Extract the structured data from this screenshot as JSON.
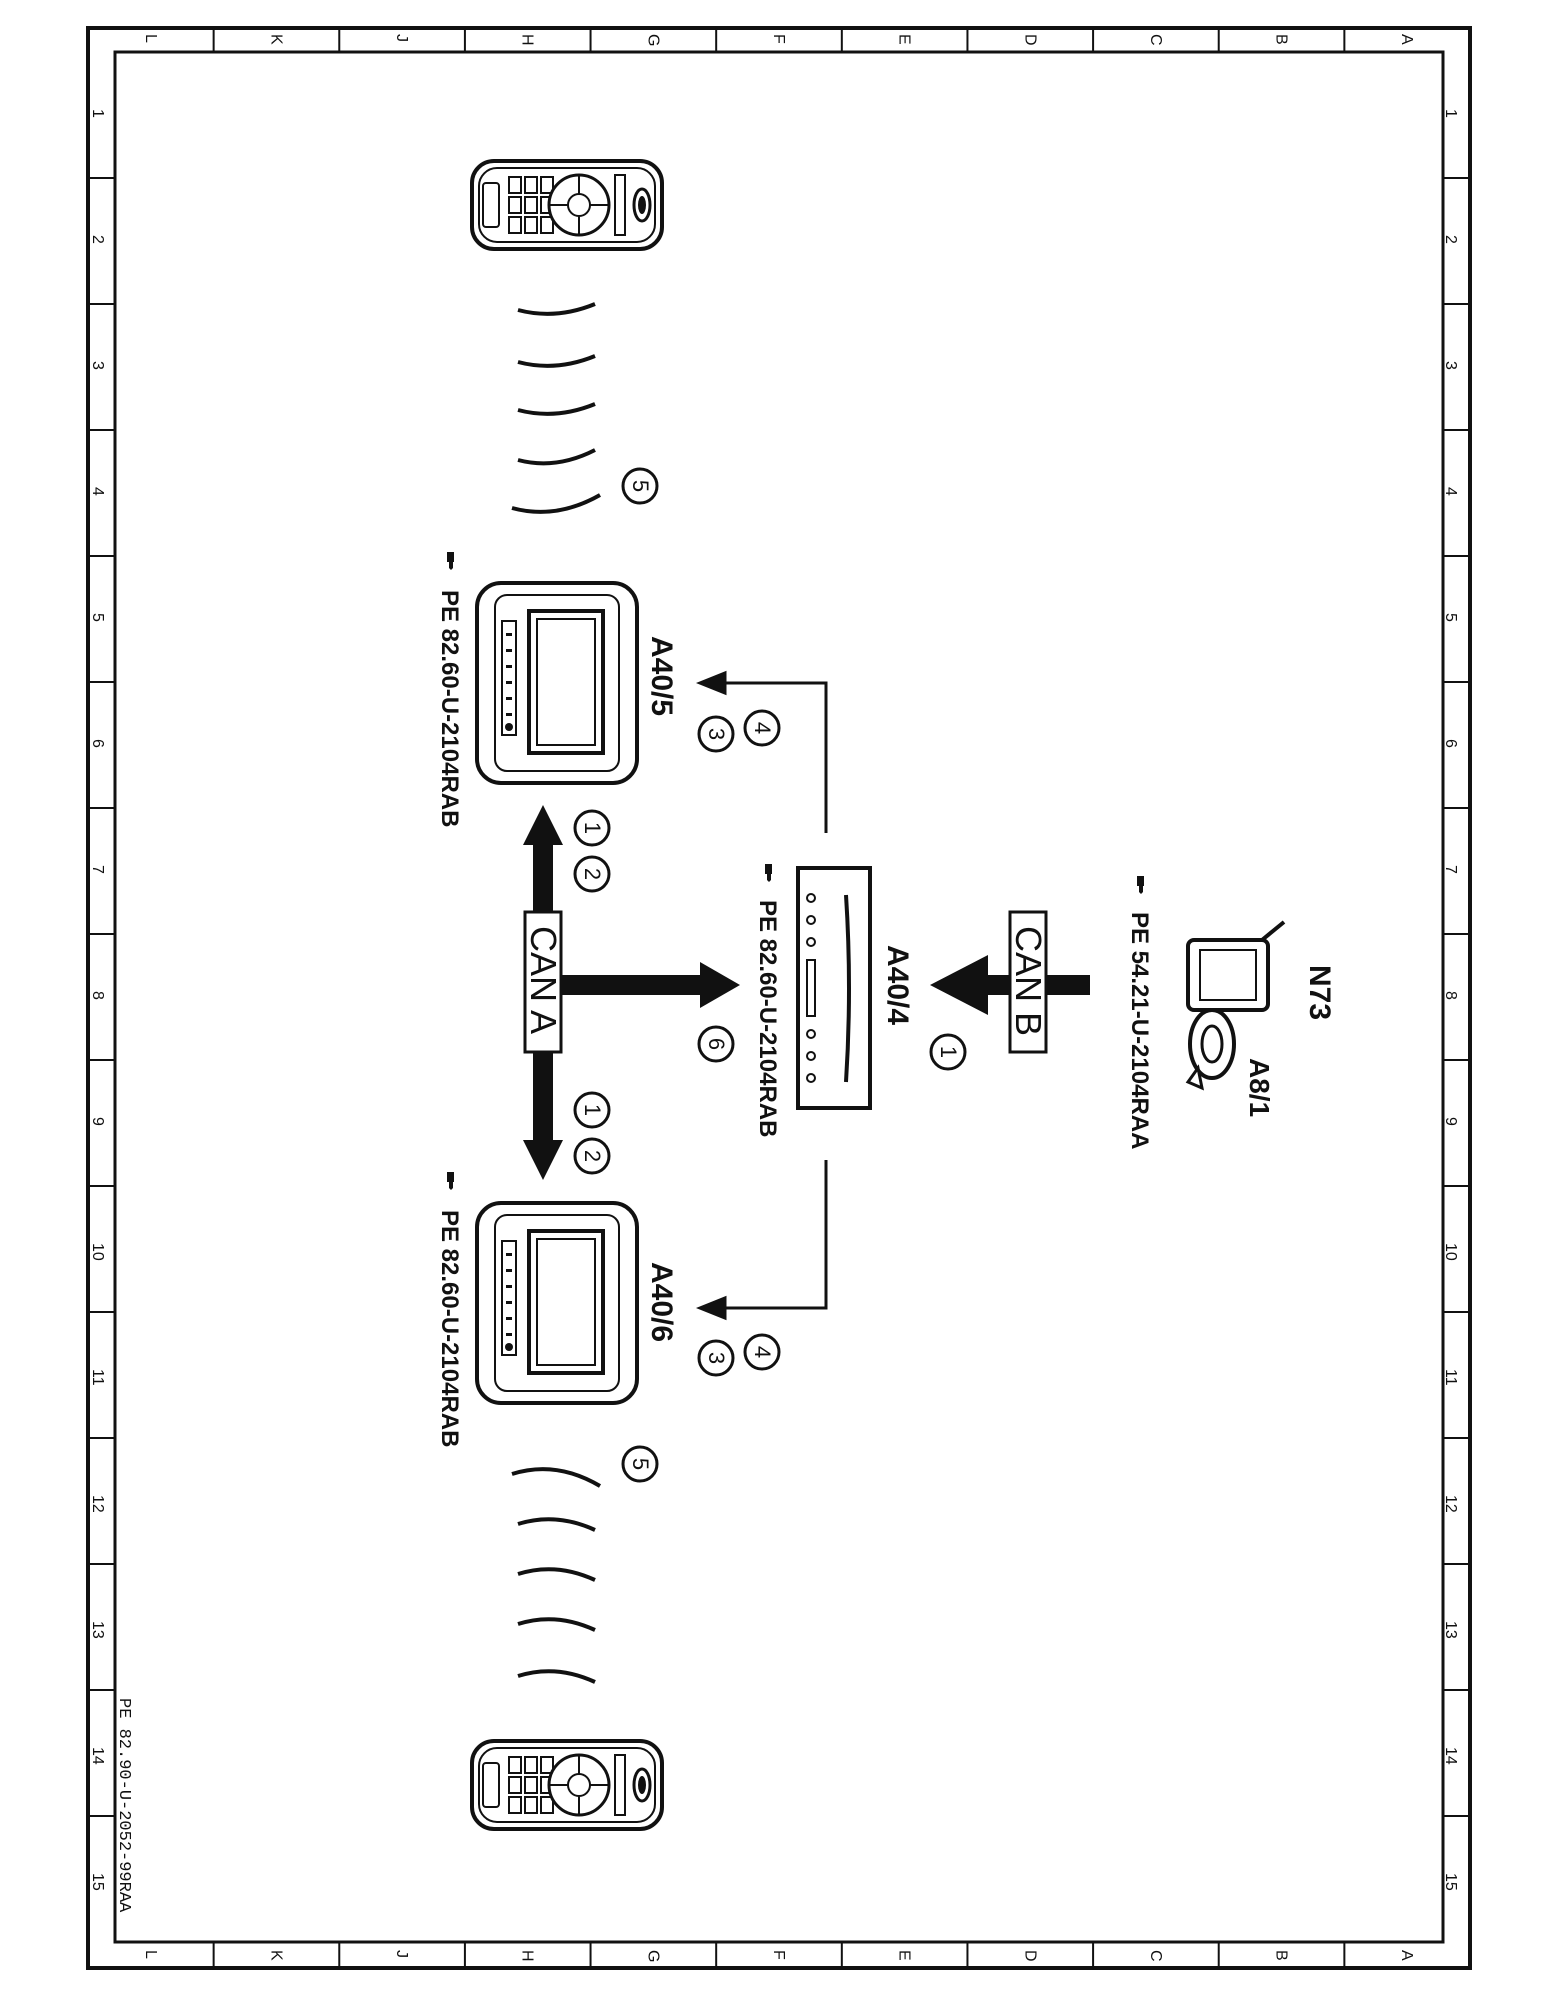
{
  "drawing_number": "PE 82.90-U-2052-99RAA",
  "grid": {
    "letters": [
      "A",
      "B",
      "C",
      "D",
      "E",
      "F",
      "G",
      "H",
      "J",
      "K",
      "L"
    ],
    "numbers": [
      "1",
      "2",
      "3",
      "4",
      "5",
      "6",
      "7",
      "8",
      "9",
      "10",
      "11",
      "12",
      "13",
      "14",
      "15"
    ]
  },
  "components": {
    "switch_n73": {
      "label": "N73",
      "sublabel": "A8/1",
      "ref": "PE 54.21-U-2104RAA"
    },
    "dvd_player": {
      "label": "A40/4",
      "ref": "PE 82.60-U-2104RAB"
    },
    "screen_left": {
      "label": "A40/5",
      "ref": "PE 82.60-U-2104RAB"
    },
    "screen_right": {
      "label": "A40/6",
      "ref": "PE 82.60-U-2104RAB"
    }
  },
  "buses": {
    "can_b": "CAN B",
    "can_a": "CAN A"
  },
  "step_markers": {
    "can_b_arrow": [
      "1"
    ],
    "to_screen_left": [
      "4",
      "3"
    ],
    "to_screen_right": [
      "4",
      "3"
    ],
    "can_a_to_left": [
      "1",
      "2"
    ],
    "can_a_to_right": [
      "1",
      "2"
    ],
    "can_a_to_dvd": [
      "6"
    ],
    "ir_left": [
      "5"
    ],
    "ir_right": [
      "5"
    ]
  },
  "icons": {
    "reference": "pointing-hand-icon",
    "remote": "remote-control-icon",
    "screen": "headrest-screen-icon",
    "switch": "rotary-switch-icon",
    "dvd": "dvd-player-icon",
    "infrared": "infrared-waves-icon"
  }
}
